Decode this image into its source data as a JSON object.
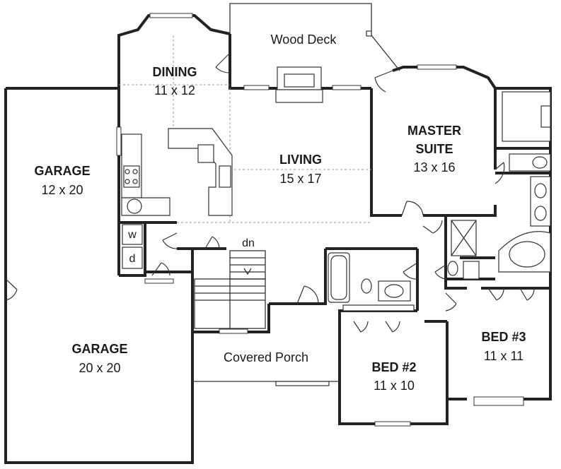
{
  "rooms": {
    "wood_deck": {
      "name": "Wood Deck"
    },
    "dining": {
      "name": "DINING",
      "size": "11 x 12"
    },
    "living": {
      "name": "LIVING",
      "size": "15 x 17"
    },
    "master": {
      "name_line1": "MASTER",
      "name_line2": "SUITE",
      "size": "13 x 16"
    },
    "garage_small": {
      "name": "GARAGE",
      "size": "12 x 20"
    },
    "garage_large": {
      "name": "GARAGE",
      "size": "20 x 20"
    },
    "covered_porch": {
      "name": "Covered Porch"
    },
    "bed2": {
      "name": "BED #2",
      "size": "11 x 10"
    },
    "bed3": {
      "name": "BED #3",
      "size": "11 x 11"
    }
  },
  "annotations": {
    "stairs_down": "dn",
    "washer": "w",
    "dryer": "d"
  }
}
